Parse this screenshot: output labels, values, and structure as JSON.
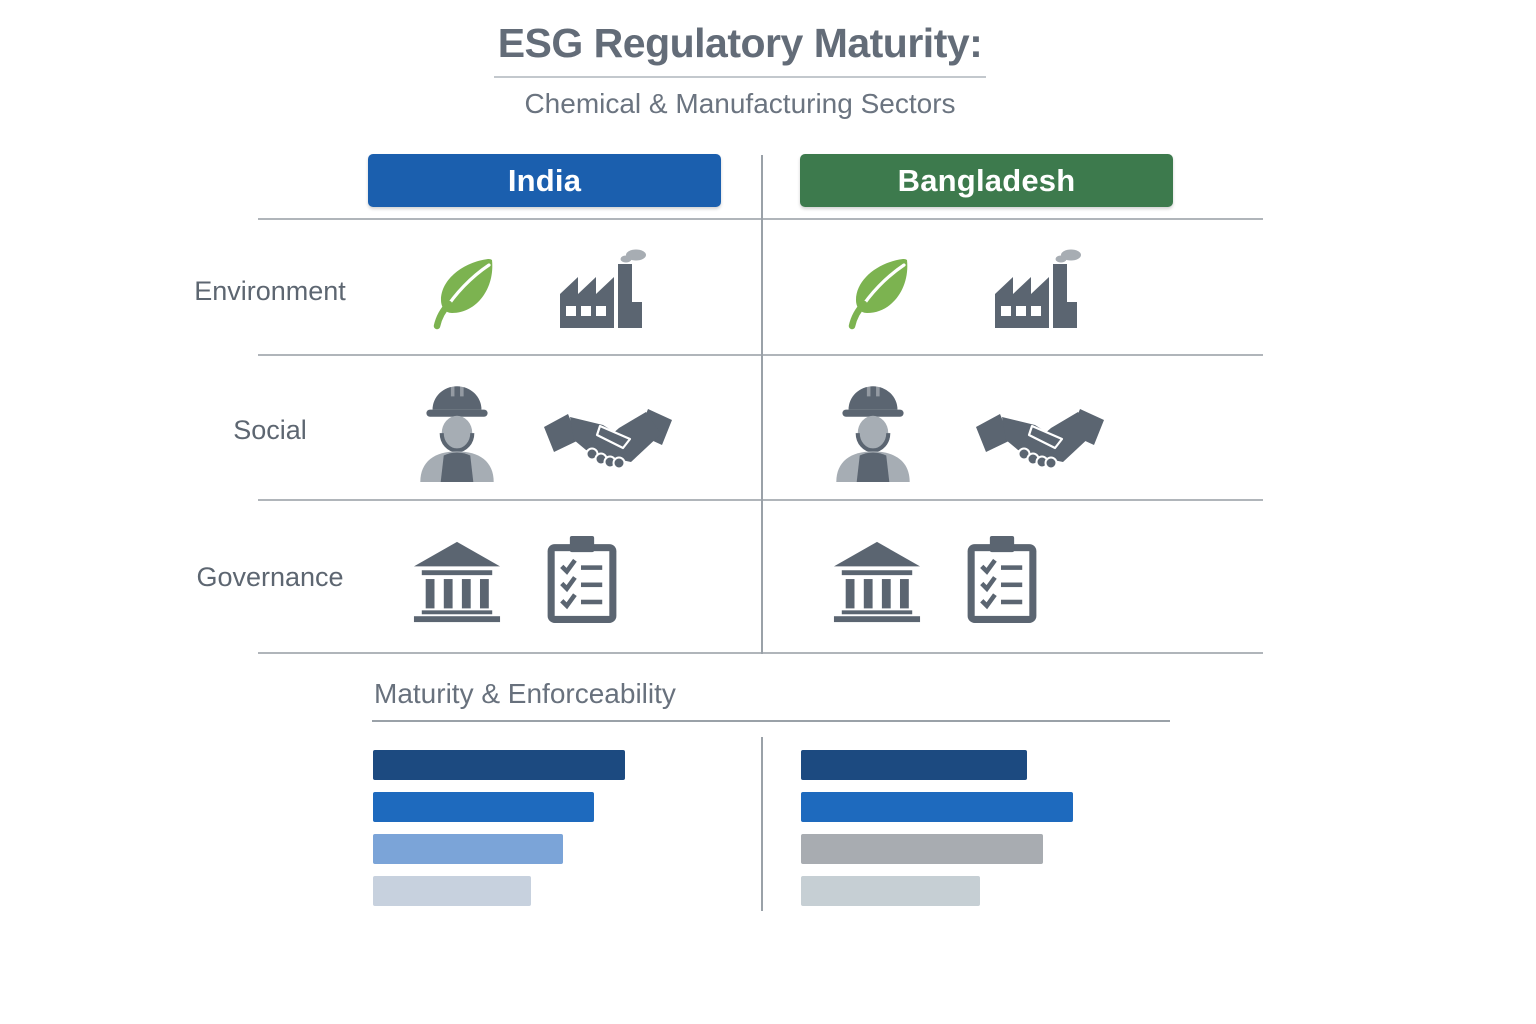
{
  "header": {
    "title": "ESG Regulatory Maturity:",
    "subtitle": "Chemical & Manufacturing Sectors"
  },
  "columns": [
    {
      "label": "India",
      "color": "#1b5fae"
    },
    {
      "label": "Bangladesh",
      "color": "#3d7a4d"
    }
  ],
  "rows": [
    {
      "label": "Environment",
      "icons": [
        "leaf-icon",
        "factory-icon"
      ]
    },
    {
      "label": "Social",
      "icons": [
        "worker-icon",
        "handshake-icon"
      ]
    },
    {
      "label": "Governance",
      "icons": [
        "bank-icon",
        "checklist-icon"
      ]
    }
  ],
  "maturity": {
    "title": "Maturity & Enforceability"
  },
  "chart_data": {
    "type": "bar",
    "orientation": "horizontal",
    "title": "Maturity & Enforceability",
    "xlabel": "",
    "ylabel": "",
    "axis_labels_shown": false,
    "gridlines": false,
    "legend": "none",
    "value_unit": "relative bar length in px (no numeric axis shown)",
    "series": [
      {
        "name": "India",
        "values": [
          252,
          221,
          190,
          158
        ],
        "colors": [
          "#1c4a80",
          "#1e6abe",
          "#7ba4d8",
          "#c7d1de"
        ]
      },
      {
        "name": "Bangladesh",
        "values": [
          226,
          272,
          242,
          179
        ],
        "colors": [
          "#1c4a80",
          "#1e6abe",
          "#a8acb1",
          "#c6cfd4"
        ]
      }
    ]
  },
  "colors": {
    "india_header": "#1b5fae",
    "bangladesh_header": "#3d7a4d",
    "horizontal_line": "#b0b5ba",
    "vertical_line": "#9aa1a8",
    "text_gray": "#5d6671",
    "icon_gray": "#5b6571",
    "icon_gray_light": "#a6adb4",
    "leaf_green": "#7cb350",
    "smoke_gray": "#a7adb3"
  }
}
